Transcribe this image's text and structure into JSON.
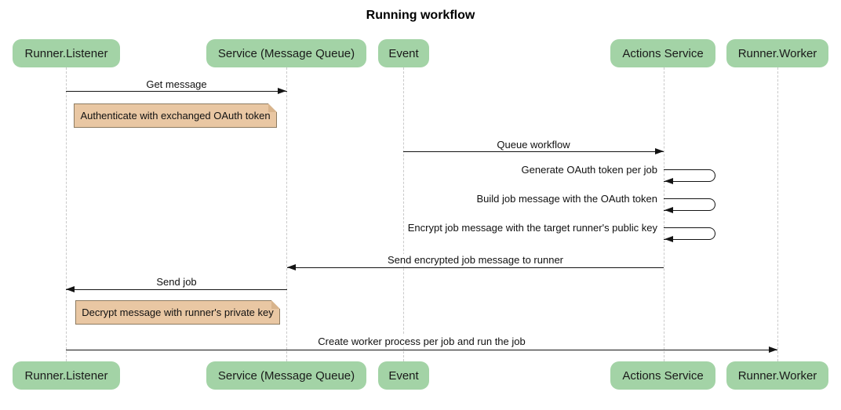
{
  "title": "Running workflow",
  "actors": [
    {
      "label": "Runner.Listener"
    },
    {
      "label": "Service (Message Queue)"
    },
    {
      "label": "Event"
    },
    {
      "label": "Actions Service"
    },
    {
      "label": "Runner.Worker"
    }
  ],
  "messages": [
    {
      "label": "Get message",
      "from": "Runner.Listener",
      "to": "Service (Message Queue)",
      "type": "arrow"
    },
    {
      "label": "Queue workflow",
      "from": "Event",
      "to": "Actions Service",
      "type": "arrow"
    },
    {
      "label": "Generate OAuth token per job",
      "from": "Actions Service",
      "to": "Actions Service",
      "type": "self"
    },
    {
      "label": "Build job message with the OAuth token",
      "from": "Actions Service",
      "to": "Actions Service",
      "type": "self"
    },
    {
      "label": "Encrypt job message with the target runner's public key",
      "from": "Actions Service",
      "to": "Actions Service",
      "type": "self"
    },
    {
      "label": "Send encrypted job message to runner",
      "from": "Actions Service",
      "to": "Service (Message Queue)",
      "type": "arrow"
    },
    {
      "label": "Send job",
      "from": "Service (Message Queue)",
      "to": "Runner.Listener",
      "type": "arrow"
    },
    {
      "label": "Create worker process per job and run the job",
      "from": "Runner.Listener",
      "to": "Runner.Worker",
      "type": "arrow"
    }
  ],
  "notes": [
    {
      "text": "Authenticate with exchanged OAuth token",
      "over": "Runner.Listener"
    },
    {
      "text": "Decrypt message with runner's private key",
      "over": "Runner.Listener"
    }
  ],
  "colors": {
    "actor_fill": "#a3d3a6",
    "note_fill": "#e9c7a3",
    "note_border": "#8d7b61",
    "note_fold": "#d8b48c",
    "lifeline": "#c9c9c9",
    "arrow": "#141414",
    "background": "#ffffff"
  }
}
